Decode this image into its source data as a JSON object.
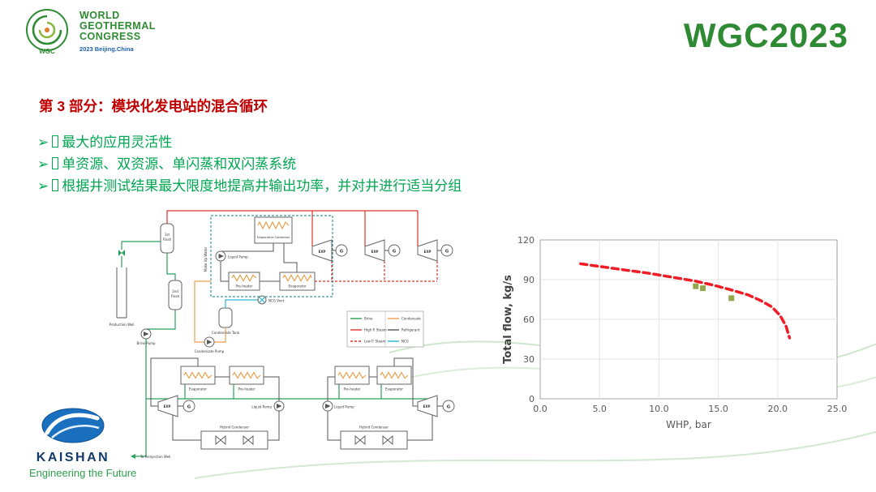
{
  "header": {
    "logo": {
      "badge": "WGC",
      "line1": "WORLD",
      "line2": "GEOTHERMAL",
      "line3": "CONGRESS",
      "line4": "2023 Beijing.China"
    },
    "wordmark": "WGC2023"
  },
  "slide": {
    "title": "第 3 部分：模块化发电站的混合循环",
    "bullet_marker": "➢",
    "bullets": [
      "最大的应用灵活性",
      "单资源、双资源、单闪蒸和双闪蒸系统",
      "根据井测试结果最大限度地提高井输出功率，并对井进行适当分组"
    ]
  },
  "diagram": {
    "labels": {
      "first_flash_num": "1st",
      "second_flash_num": "2nd",
      "flash": "Flash",
      "production_well": "Production Well",
      "brine_pump": "Brine Pump",
      "evaporative_condenser": "Evaporative Condenser",
      "liquid_pump": "Liquid Pump",
      "pre_heater": "Pre-heater",
      "evaporator": "Evaporator",
      "exp": "EXP",
      "gen": "G",
      "condensate_tank": "Condensate Tank",
      "condensate_pump": "Condensate Pump",
      "ncg_vent": "NCG Vent",
      "make_up_water": "Make Up Water",
      "hybrid_condenser": "Hybrid Condenser",
      "to_reinjection_well": "To Reinjection Well"
    },
    "legend": [
      {
        "label": "Brine",
        "color": "#2aa05a"
      },
      {
        "label": "High P. Steam",
        "color": "#e03127"
      },
      {
        "label": "Low P. Steam",
        "color": "#e03127"
      },
      {
        "label": "Condensate",
        "color": "#f39c4f"
      },
      {
        "label": "Refrigerant",
        "color": "#555555"
      },
      {
        "label": "NCG",
        "color": "#29b6d8"
      }
    ]
  },
  "chart_data": {
    "type": "line",
    "title": "",
    "xlabel": "WHP, bar",
    "ylabel": "Total flow, kg/s",
    "xlim": [
      0,
      25
    ],
    "ylim": [
      0,
      120
    ],
    "xticks": [
      0,
      5,
      10,
      15,
      20,
      25
    ],
    "xtick_labels": [
      "0.0",
      "5.0",
      "10.0",
      "15.0",
      "20.0",
      "25.0"
    ],
    "yticks": [
      0,
      30,
      60,
      90,
      120
    ],
    "ytick_labels": [
      "0",
      "30",
      "60",
      "90",
      "120"
    ],
    "grid": true,
    "legend_position": "none",
    "series": [
      {
        "name": "well-deliverability-curve",
        "type": "line",
        "style": "dashed",
        "color": "#ee1c25",
        "points": [
          [
            3.4,
            102
          ],
          [
            5,
            100
          ],
          [
            7,
            97.5
          ],
          [
            9,
            95
          ],
          [
            11,
            92
          ],
          [
            13,
            89
          ],
          [
            14.5,
            86
          ],
          [
            16,
            82.5
          ],
          [
            17.5,
            78.5
          ],
          [
            18.5,
            74.5
          ],
          [
            19.5,
            69.5
          ],
          [
            20.2,
            63
          ],
          [
            20.7,
            55
          ],
          [
            21,
            46
          ]
        ]
      },
      {
        "name": "operating-points",
        "type": "scatter",
        "marker": "square",
        "color": "#93a84e",
        "points": [
          [
            13.1,
            85
          ],
          [
            13.7,
            83.5
          ],
          [
            16.1,
            76
          ]
        ]
      }
    ]
  },
  "footer": {
    "brand": "KAISHAN",
    "tagline": "Engineering the Future"
  }
}
